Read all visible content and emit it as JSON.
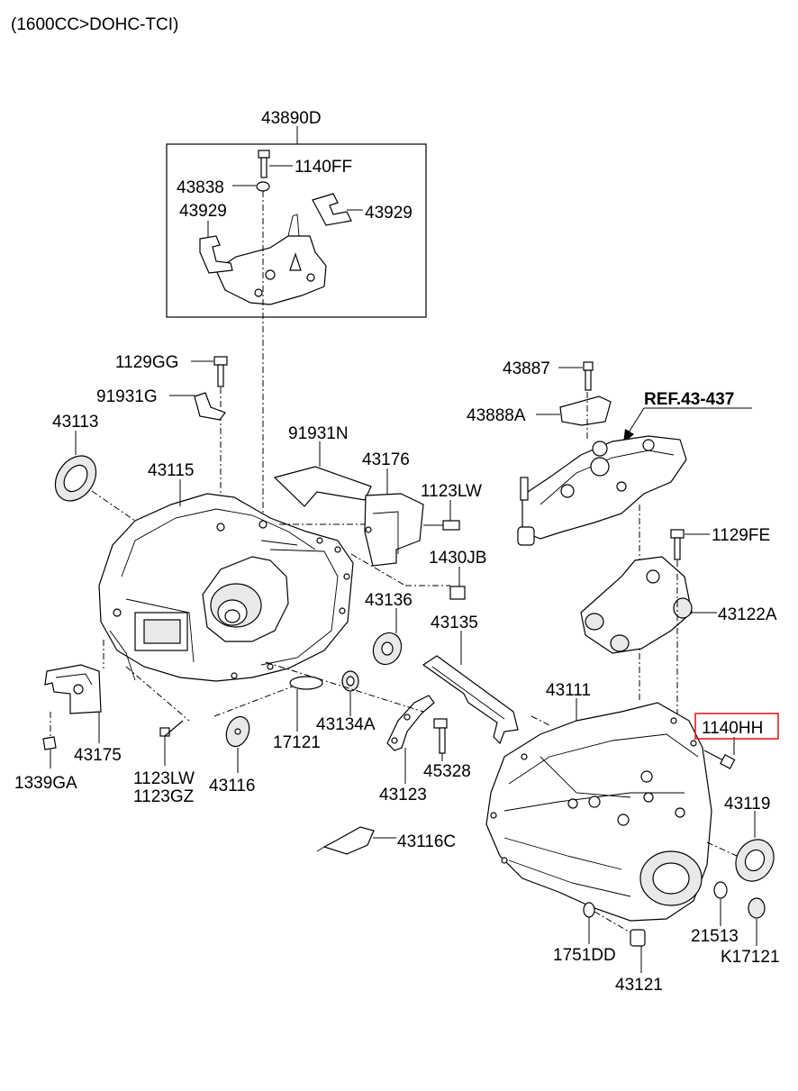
{
  "header": {
    "engine": "(1600CC>DOHC-TCI)"
  },
  "ref": {
    "label": "REF.43-437"
  },
  "highlight": {
    "label": "1140HH",
    "color": "#e0201c"
  },
  "parts": {
    "p43890D": "43890D",
    "p1140FF": "1140FF",
    "p43838": "43838",
    "p43929a": "43929",
    "p43929b": "43929",
    "p1129GG": "1129GG",
    "p91931G": "91931G",
    "p43113": "43113",
    "p43115": "43115",
    "p91931N": "91931N",
    "p43176": "43176",
    "p1123LWa": "1123LW",
    "p1430JB": "1430JB",
    "p43136": "43136",
    "p43135": "43135",
    "p43175": "43175",
    "p1339GA": "1339GA",
    "p1123LWb": "1123LW",
    "p1123GZ": "1123GZ",
    "p43116": "43116",
    "p17121": "17121",
    "p43134A": "43134A",
    "p43123": "43123",
    "p45328": "45328",
    "p43116C": "43116C",
    "p43887": "43887",
    "p43888A": "43888A",
    "p1129FE": "1129FE",
    "p43122A": "43122A",
    "p43111": "43111",
    "p43119": "43119",
    "p21513": "21513",
    "pK17121": "K17121",
    "p1751DD": "1751DD",
    "p43121": "43121"
  }
}
